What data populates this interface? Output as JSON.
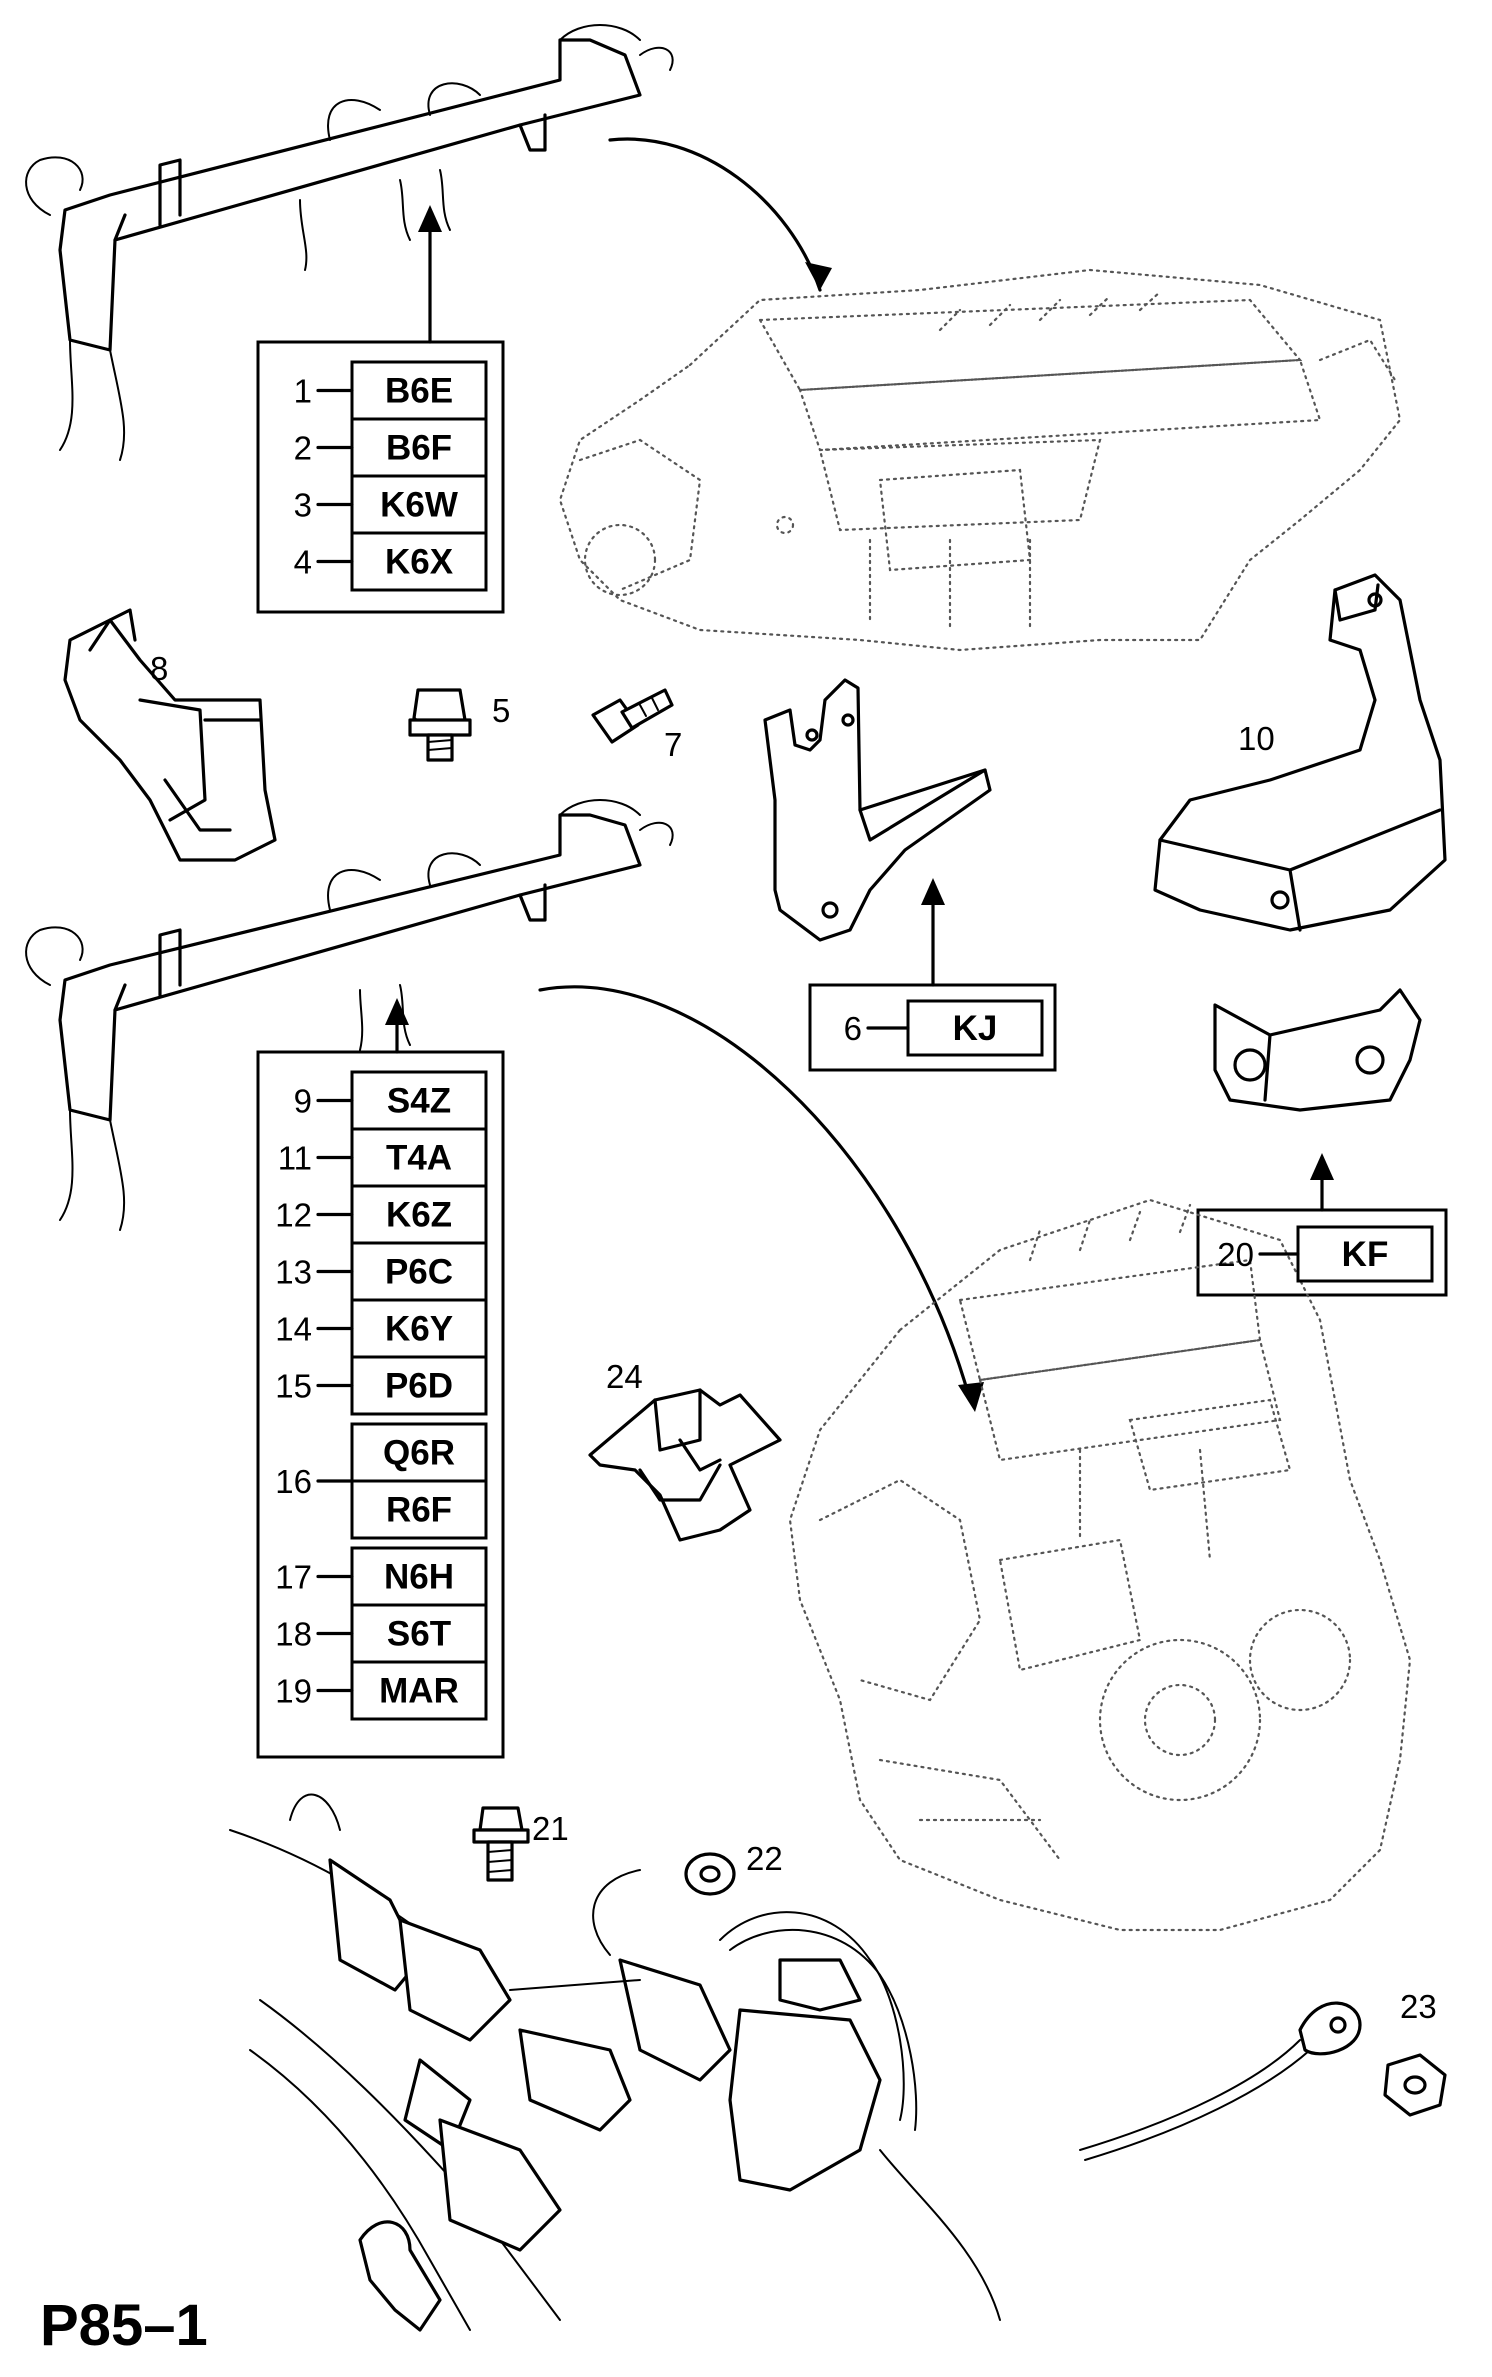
{
  "diagram": {
    "title": "P85–1",
    "callouts": [
      {
        "n": "5"
      },
      {
        "n": "7"
      },
      {
        "n": "8"
      },
      {
        "n": "10"
      },
      {
        "n": "21"
      },
      {
        "n": "22"
      },
      {
        "n": "23"
      },
      {
        "n": "24"
      }
    ],
    "group1": [
      {
        "n": "1",
        "code": "B6E"
      },
      {
        "n": "2",
        "code": "B6F"
      },
      {
        "n": "3",
        "code": "K6W"
      },
      {
        "n": "4",
        "code": "K6X"
      }
    ],
    "group2": [
      {
        "n": "9",
        "code": "S4Z"
      },
      {
        "n": "11",
        "code": "T4A"
      },
      {
        "n": "12",
        "code": "K6Z"
      },
      {
        "n": "13",
        "code": "P6C"
      },
      {
        "n": "14",
        "code": "K6Y"
      },
      {
        "n": "15",
        "code": "P6D"
      },
      {
        "n": "16",
        "codes": [
          "Q6R",
          "R6F"
        ]
      },
      {
        "n": "17",
        "code": "N6H"
      },
      {
        "n": "18",
        "code": "S6T"
      },
      {
        "n": "19",
        "code": "MAR"
      }
    ],
    "single": [
      {
        "n": "6",
        "code": "KJ"
      },
      {
        "n": "20",
        "code": "KF"
      }
    ]
  }
}
